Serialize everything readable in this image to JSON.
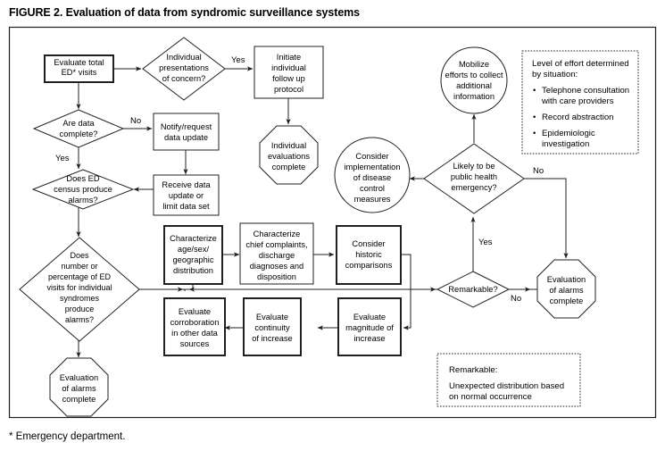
{
  "figure": {
    "title": "FIGURE 2. Evaluation of data from syndromic surveillance systems",
    "footnote": "* Emergency department."
  },
  "nodes": {
    "evaluate_total": {
      "lines": [
        "Evaluate total",
        "ED* visits"
      ],
      "shape": "process-bold"
    },
    "individual_presentations": {
      "lines": [
        "Individual",
        "presentations",
        "of concern?"
      ],
      "shape": "decision"
    },
    "initiate_followup": {
      "lines": [
        "Initiate",
        "individual",
        "follow up",
        "protocol"
      ],
      "shape": "process"
    },
    "individual_evaluations_complete": {
      "lines": [
        "Individual",
        "evaluations",
        "complete"
      ],
      "shape": "terminator-octagon"
    },
    "are_data_complete": {
      "lines": [
        "Are data",
        "complete?"
      ],
      "shape": "decision"
    },
    "notify_request": {
      "lines": [
        "Notify/request",
        "data update"
      ],
      "shape": "process"
    },
    "receive_data": {
      "lines": [
        "Receive data",
        "update or",
        "limit data set"
      ],
      "shape": "process"
    },
    "does_ed_census": {
      "lines": [
        "Does ED",
        "census produce",
        "alarms?"
      ],
      "shape": "decision"
    },
    "does_number_percentage": {
      "lines": [
        "Does",
        "number or",
        "percentage of ED",
        "visits for individual",
        "syndromes",
        "produce",
        "alarms?"
      ],
      "shape": "decision"
    },
    "evaluation_of_alarms_complete_left": {
      "lines": [
        "Evaluation",
        "of alarms",
        "complete"
      ],
      "shape": "terminator-octagon"
    },
    "characterize_age_sex": {
      "lines": [
        "Characterize",
        "age/sex/",
        "geographic",
        "distribution"
      ],
      "shape": "process-bold"
    },
    "characterize_chief_complaints": {
      "lines": [
        "Characterize",
        "chief complaints,",
        "discharge",
        "diagnoses and",
        "disposition"
      ],
      "shape": "process"
    },
    "consider_historic": {
      "lines": [
        "Consider",
        "historic",
        "comparisons"
      ],
      "shape": "process-bold"
    },
    "evaluate_corroboration": {
      "lines": [
        "Evaluate",
        "corroboration",
        "in other data",
        "sources"
      ],
      "shape": "process-bold"
    },
    "evaluate_continuity": {
      "lines": [
        "Evaluate",
        "continuity",
        "of increase"
      ],
      "shape": "process-bold"
    },
    "evaluate_magnitude": {
      "lines": [
        "Evaluate",
        "magnitude of",
        "increase"
      ],
      "shape": "process-bold"
    },
    "consider_implementation": {
      "lines": [
        "Consider",
        "implementation",
        "of disease",
        "control",
        "measures"
      ],
      "shape": "circle"
    },
    "mobilize_efforts": {
      "lines": [
        "Mobilize",
        "efforts to collect",
        "additional",
        "information"
      ],
      "shape": "circle"
    },
    "likely_public_health_emergency": {
      "lines": [
        "Likely to be",
        "public health",
        "emergency?"
      ],
      "shape": "decision"
    },
    "remarkable": {
      "lines": [
        "Remarkable?"
      ],
      "shape": "decision"
    },
    "evaluation_of_alarms_complete_right": {
      "lines": [
        "Evaluation",
        "of alarms",
        "complete"
      ],
      "shape": "terminator-octagon"
    }
  },
  "edge_labels": {
    "presentations_yes": "Yes",
    "data_complete_no": "No",
    "data_complete_yes": "Yes",
    "emergency_no": "No",
    "emergency_yes": "Yes",
    "remarkable_no": "No"
  },
  "notes": {
    "level_of_effort": {
      "heading_lines": [
        "Level of effort determined",
        "by situation:"
      ],
      "bullets": [
        [
          "Telephone consultation",
          "with care providers"
        ],
        [
          "Record abstraction"
        ],
        [
          "Epidemiologic",
          "investigation"
        ]
      ],
      "bullet_glyph": "•"
    },
    "remarkable_def": {
      "heading": "Remarkable:",
      "body_lines": [
        "Unexpected distribution based",
        "on normal occurrence"
      ]
    }
  },
  "colors": {
    "stroke": "#231f20",
    "fill": "#ffffff",
    "text": "#000000"
  },
  "chart_data": {
    "type": "diagram",
    "title": "FIGURE 2. Evaluation of data from syndromic surveillance systems",
    "flow": [
      {
        "from": "evaluate_total",
        "to": "individual_presentations",
        "label": ""
      },
      {
        "from": "individual_presentations",
        "to": "initiate_followup",
        "label": "Yes"
      },
      {
        "from": "initiate_followup",
        "to": "individual_evaluations_complete",
        "label": ""
      },
      {
        "from": "evaluate_total",
        "to": "are_data_complete",
        "label": ""
      },
      {
        "from": "are_data_complete",
        "to": "notify_request",
        "label": "No"
      },
      {
        "from": "notify_request",
        "to": "receive_data",
        "label": ""
      },
      {
        "from": "receive_data",
        "to": "does_ed_census",
        "label": ""
      },
      {
        "from": "are_data_complete",
        "to": "does_ed_census",
        "label": "Yes"
      },
      {
        "from": "does_ed_census",
        "to": "does_number_percentage",
        "label": ""
      },
      {
        "from": "does_number_percentage",
        "to": "evaluation_of_alarms_complete_left",
        "label": ""
      },
      {
        "from": "does_number_percentage",
        "to": "characterize_age_sex",
        "label": ""
      },
      {
        "from": "characterize_age_sex",
        "to": "characterize_chief_complaints",
        "label": ""
      },
      {
        "from": "characterize_chief_complaints",
        "to": "consider_historic",
        "label": ""
      },
      {
        "from": "consider_historic",
        "to": "evaluate_magnitude",
        "label": ""
      },
      {
        "from": "evaluate_magnitude",
        "to": "evaluate_continuity",
        "label": ""
      },
      {
        "from": "evaluate_continuity",
        "to": "evaluate_corroboration",
        "label": ""
      },
      {
        "from": "evaluate_corroboration",
        "to": "remarkable",
        "label": ""
      },
      {
        "from": "remarkable",
        "to": "likely_public_health_emergency",
        "label": "Yes"
      },
      {
        "from": "remarkable",
        "to": "evaluation_of_alarms_complete_right",
        "label": "No"
      },
      {
        "from": "likely_public_health_emergency",
        "to": "mobilize_efforts",
        "label": ""
      },
      {
        "from": "likely_public_health_emergency",
        "to": "consider_implementation",
        "label": ""
      },
      {
        "from": "likely_public_health_emergency",
        "to": "evaluation_of_alarms_complete_right",
        "label": "No"
      }
    ]
  }
}
